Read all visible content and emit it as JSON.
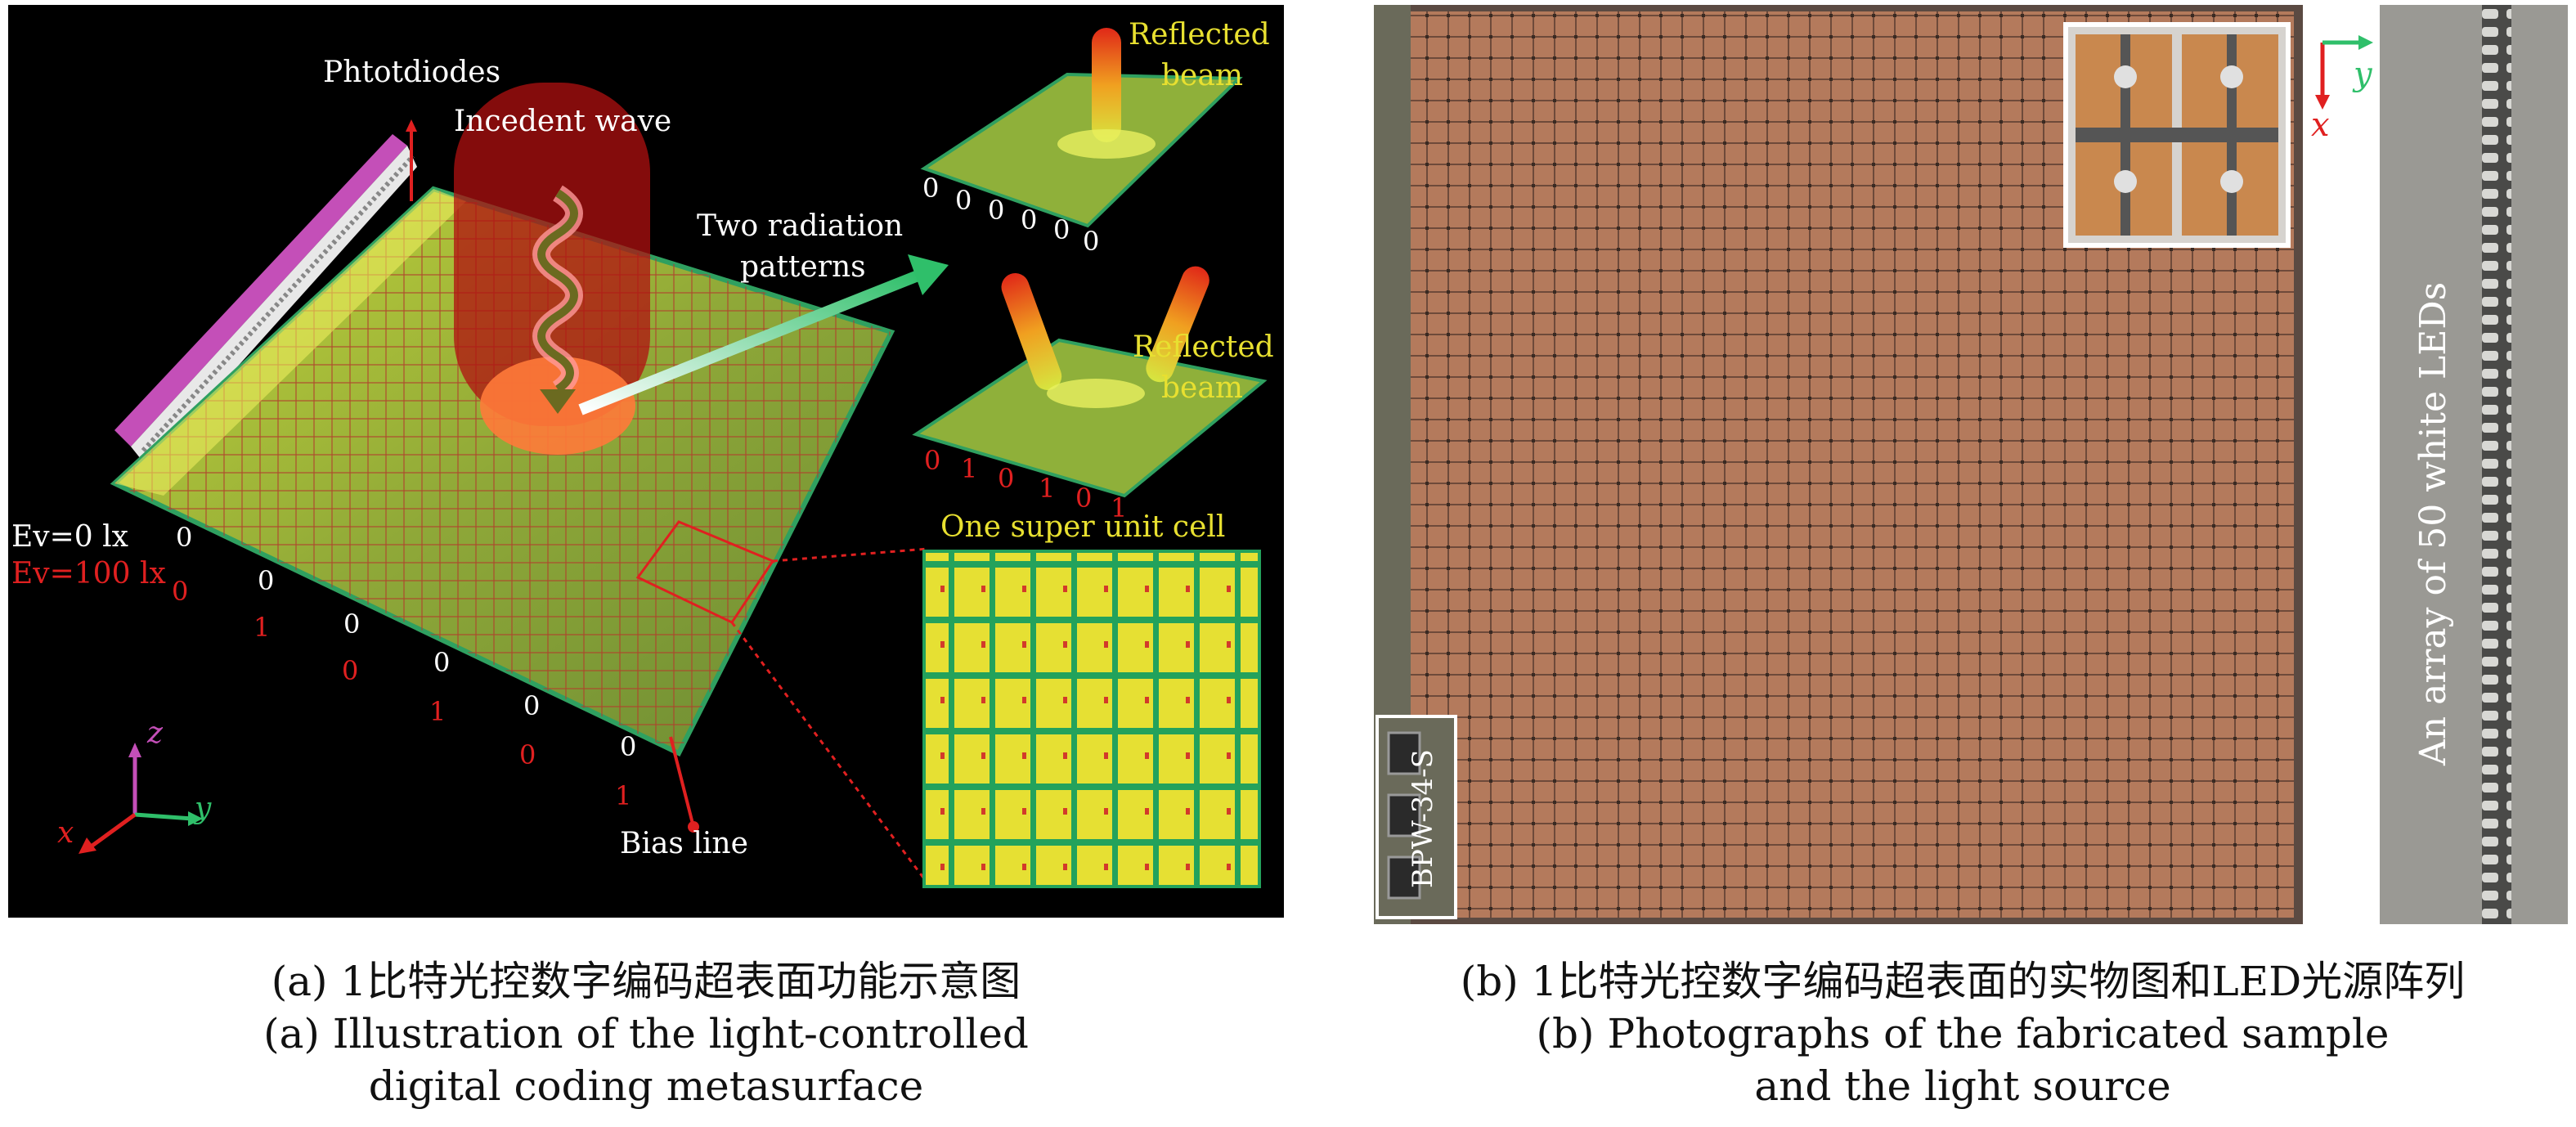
{
  "panel_a": {
    "labels": {
      "photodiodes": "Phtotdiodes",
      "incident_wave": "Incedent wave",
      "two_radiation_line1": "Two radiation",
      "two_radiation_line2": "patterns",
      "reflected_top_line1": "Reflected",
      "reflected_top_line2": "beam",
      "reflected_mid_line1": "Reflected",
      "reflected_mid_line2": "beam",
      "super_unit_cell": "One super unit cell",
      "bias_line": "Bias line",
      "ev0": "Ev=0 lx",
      "ev100": "Ev=100 lx",
      "axis_x": "x",
      "axis_y": "y",
      "axis_z": "z"
    },
    "coding_top": [
      "0",
      "0",
      "0",
      "0",
      "0",
      "0"
    ],
    "coding_mid": [
      "0",
      "1",
      "0",
      "1",
      "0",
      "1"
    ],
    "diag_white": [
      "0",
      "0",
      "0",
      "0",
      "0",
      "0"
    ],
    "diag_red": [
      "0",
      "1",
      "0",
      "1",
      "0",
      "1"
    ]
  },
  "panel_b": {
    "photodiode_label": "BPW-34-S",
    "led_label": "An array of 50 white LEDs",
    "axis_x": "x",
    "axis_y": "y"
  },
  "captions": {
    "a_cn": "(a) 1比特光控数字编码超表面功能示意图",
    "a_en_line1": "(a) Illustration of the light-controlled",
    "a_en_line2": "digital coding metasurface",
    "b_cn": "(b) 1比特光控数字编码超表面的实物图和LED光源阵列",
    "b_en_line1": "(b) Photographs of the fabricated sample",
    "b_en_line2": "and the light source"
  },
  "colors": {
    "white_text": "#ffffff",
    "red_text": "#e02020",
    "yellow_text": "#e8e030",
    "arrow_green": "#2fbf6a",
    "surface_green": "#8aa63a",
    "copper": "#b47a5c"
  }
}
